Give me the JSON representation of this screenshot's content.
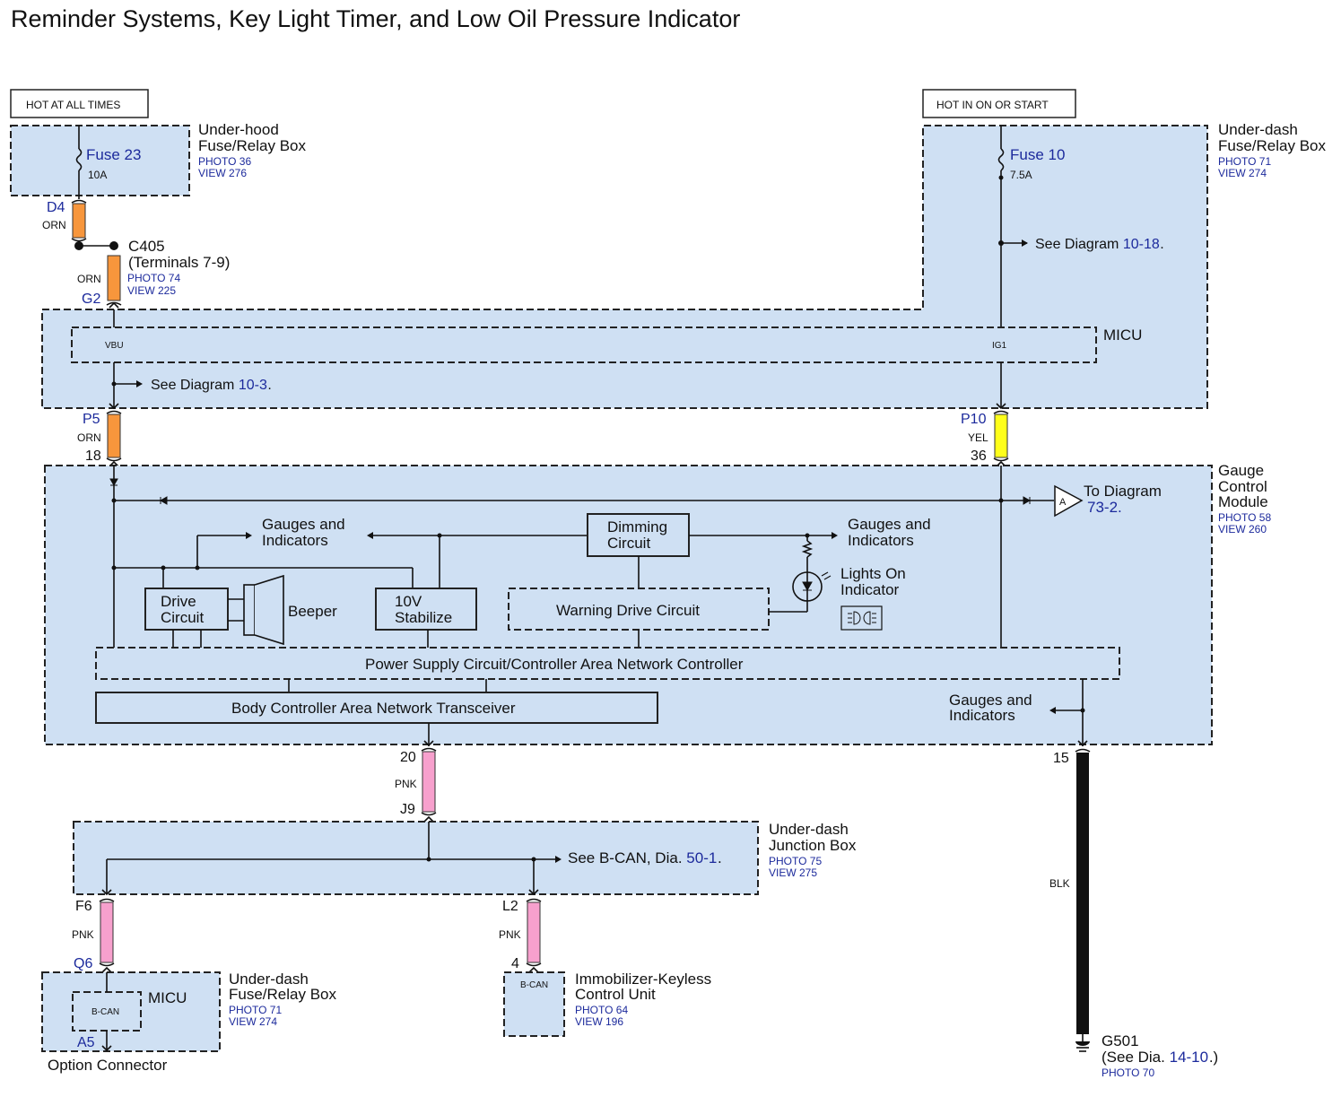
{
  "title": "Reminder Systems, Key Light Timer, and Low Oil Pressure Indicator",
  "power": {
    "hot_at_all_times": "HOT AT ALL TIMES",
    "hot_in_on": "HOT IN ON OR START"
  },
  "underhood_box": {
    "name_1": "Under-hood",
    "name_2": "Fuse/Relay Box",
    "photo": "PHOTO 36",
    "view": "VIEW 276",
    "fuse": "Fuse 23",
    "rating": "10A"
  },
  "underdash_box": {
    "name_1": "Under-dash",
    "name_2": "Fuse/Relay Box",
    "photo": "PHOTO 71",
    "view": "VIEW 274",
    "fuse": "Fuse 10",
    "rating": "7.5A",
    "see_text": "See Diagram",
    "see_ref": "10-18",
    "see_end": "."
  },
  "connectors": {
    "d4": "D4",
    "orn1": "ORN",
    "c405": "C405",
    "c405_terms": "(Terminals 7-9)",
    "c405_photo": "PHOTO 74",
    "c405_view": "VIEW 225",
    "orn2": "ORN",
    "g2": "G2",
    "p5": "P5",
    "orn3": "ORN",
    "p5_pin": "18",
    "p10": "P10",
    "yel": "YEL",
    "p10_pin": "36",
    "gcm_pin20": "20",
    "pnk1": "PNK",
    "j9": "J9",
    "gcm_pin15": "15",
    "blk": "BLK",
    "f6": "F6",
    "pnk2": "PNK",
    "q6": "Q6",
    "l2": "L2",
    "pnk3": "PNK",
    "pin4": "4",
    "a5": "A5"
  },
  "micu": {
    "name": "MICU",
    "vbu": "VBU",
    "ig1": "IG1",
    "see_text": "See Diagram",
    "see_ref": "10-3",
    "see_end": "."
  },
  "gcm": {
    "name_1": "Gauge",
    "name_2": "Control",
    "name_3": "Module",
    "photo": "PHOTO 58",
    "view": "VIEW 260",
    "to_diagram": "To Diagram",
    "to_ref": "73-2.",
    "arrow_label": "A",
    "gauges_1a": "Gauges and",
    "gauges_1b": "Indicators",
    "gauges_2a": "Gauges and",
    "gauges_2b": "Indicators",
    "gauges_3a": "Gauges and",
    "gauges_3b": "Indicators",
    "dimming_1": "Dimming",
    "dimming_2": "Circuit",
    "drive_1": "Drive",
    "drive_2": "Circuit",
    "beeper": "Beeper",
    "stab_1": "10V",
    "stab_2": "Stabilize",
    "warning": "Warning Drive Circuit",
    "lights_1": "Lights On",
    "lights_2": "Indicator",
    "power_supply": "Power Supply Circuit/Controller Area Network Controller",
    "transceiver": "Body Controller Area Network Transceiver"
  },
  "junction_box": {
    "name_1": "Under-dash",
    "name_2": "Junction Box",
    "photo": "PHOTO 75",
    "view": "VIEW 275",
    "see_text": "See B-CAN,  Dia.",
    "see_ref": "50-1",
    "see_end": "."
  },
  "bottom_fuse_box": {
    "micu": "MICU",
    "bcan": "B-CAN",
    "name_1": "Under-dash",
    "name_2": "Fuse/Relay Box",
    "photo": "PHOTO 71",
    "view": "VIEW 274",
    "option": "Option Connector"
  },
  "immobilizer": {
    "bcan": "B-CAN",
    "name_1": "Immobilizer-Keyless",
    "name_2": "Control Unit",
    "photo": "PHOTO 64",
    "view": "VIEW 196"
  },
  "ground": {
    "name": "G501",
    "see_text": "(See  Dia.",
    "see_ref": "14-10",
    "see_end": ".)",
    "photo": "PHOTO 70"
  },
  "wire_colors": {
    "orange": "#f7963c",
    "yellow": "#ffff1a",
    "pink": "#f7a0cd",
    "black": "#111111",
    "box_fill": "#cfe0f3",
    "ref_blue": "#1c2a9c"
  }
}
